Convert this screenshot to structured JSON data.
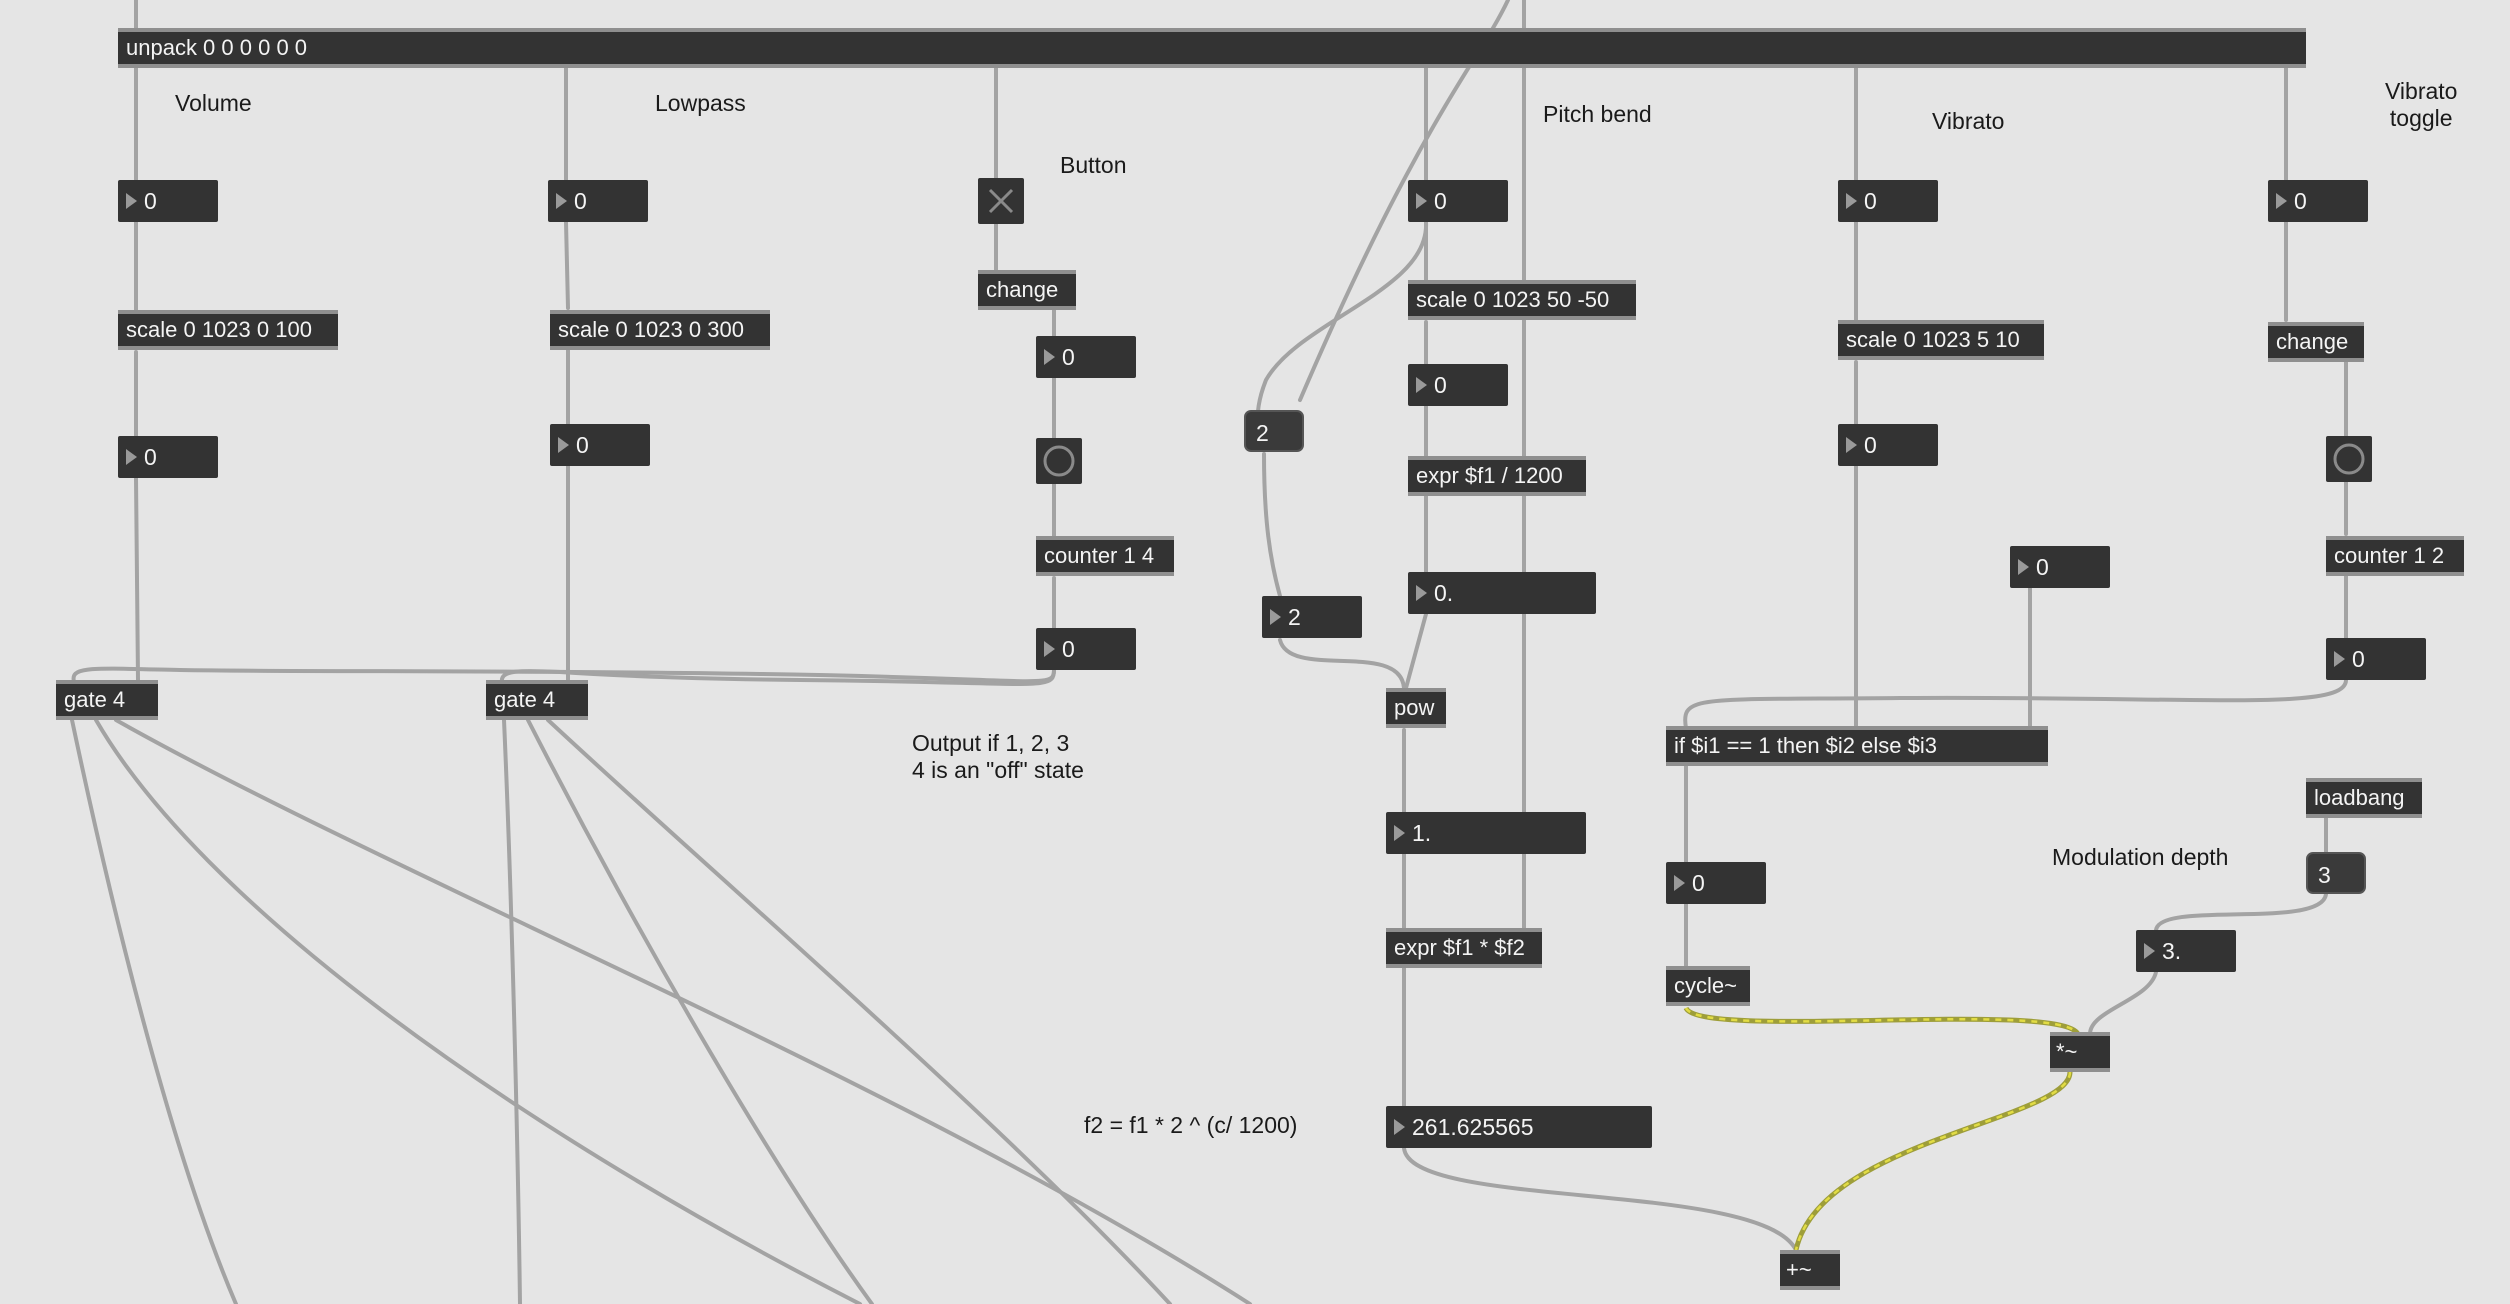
{
  "objects": {
    "unpack": "unpack 0 0 0 0 0 0",
    "scale_volume": "scale 0 1023 0 100",
    "scale_lowpass": "scale 0 1023 0 300",
    "change_button": "change",
    "counter_button": "counter 1 4",
    "gate_volume": "gate 4",
    "gate_lowpass": "gate 4",
    "scale_pitch": "scale 0 1023 50 -50",
    "expr_div": "expr $f1 / 1200",
    "pow": "pow",
    "expr_mul": "expr $f1 * $f2",
    "scale_vibrato": "scale 0 1023 5 10",
    "if_expr": "if $i1 == 1 then $i2 else $i3",
    "cycle": "cycle~",
    "mul_signal": "*~",
    "add_signal": "+~",
    "change_vibrato": "change",
    "counter_vibrato": "counter 1 2",
    "loadbang": "loadbang"
  },
  "messages": {
    "msg_two": "2",
    "msg_three": "3"
  },
  "numbers": {
    "volume_in": "0",
    "volume_out": "0",
    "lowpass_in": "0",
    "lowpass_out": "0",
    "counter_button_out": "0",
    "counter_button_result": "0",
    "pitch_in": "0",
    "pitch_scaled": "0",
    "pitch_ratio": "0.",
    "pitch_two": "2",
    "pitch_pow": "1.",
    "frequency": "261.625565",
    "vibrato_in": "0",
    "vibrato_scaled": "0",
    "vibrato_default": "0",
    "vibrato_toggle_in": "0",
    "vibrato_counter_out": "0",
    "if_out": "0",
    "mod_depth": "3."
  },
  "comments": {
    "volume": "Volume",
    "lowpass": "Lowpass",
    "button": "Button",
    "pitch_bend": "Pitch bend",
    "vibrato": "Vibrato",
    "vibrato_toggle": "Vibrato\ntoggle",
    "gate_note": "Output if 1, 2, 3\n4 is an \"off\" state",
    "formula": "f2 = f1 * 2 ^ (c/ 1200)",
    "mod_depth": "Modulation depth"
  },
  "colors": {
    "canvas": "#e5e5e5",
    "box": "#333333",
    "text": "#f4f4f4",
    "patch_cord": "#a3a3a3",
    "signal_cord_yellow": "#d8d23a"
  },
  "icons": {
    "button_off": "x-cross-icon",
    "bang": "circle-bang-icon"
  }
}
